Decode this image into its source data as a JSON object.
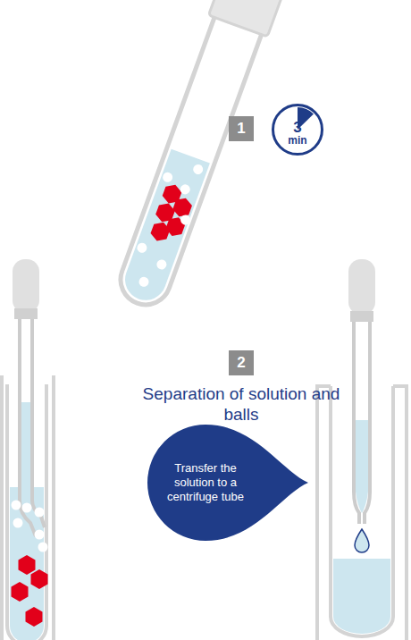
{
  "diagram": {
    "nodes": [
      {
        "text": [
          "1"
        ]
      },
      {
        "text": [
          "3",
          "min"
        ]
      },
      {
        "text": [
          "2"
        ]
      },
      {
        "text": [
          "Transfer the solution to a centrifuge tube"
        ]
      }
    ],
    "labels": [
      "Separation of solution and balls"
    ]
  }
}
